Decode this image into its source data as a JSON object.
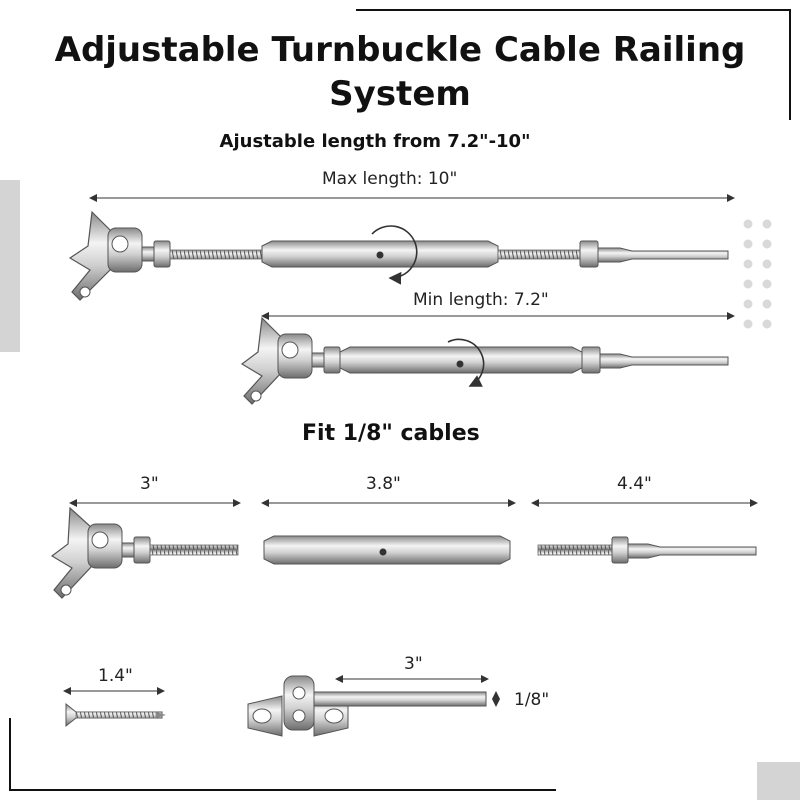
{
  "title": "Adjustable Turnbuckle Cable Railing System",
  "subtitle": "Ajustable length from 7.2\"-10\"",
  "max_length_label": "Max length: 10\"",
  "min_length_label": "Min length: 7.2\"",
  "fit_label": "Fit 1/8\" cables",
  "parts": {
    "toggle_jaw_length": "3\"",
    "body_length": "3.8\"",
    "swage_stud_length": "4.4\"",
    "screw_length": "1.4\"",
    "deck_toggle_length": "3\"",
    "cable_diameter": "1/8\""
  },
  "colors": {
    "metal_light": "#eeeeee",
    "metal_dark": "#7a7a7a",
    "dots": "#d9d9d9",
    "sidebar": "#d4d4d4"
  }
}
